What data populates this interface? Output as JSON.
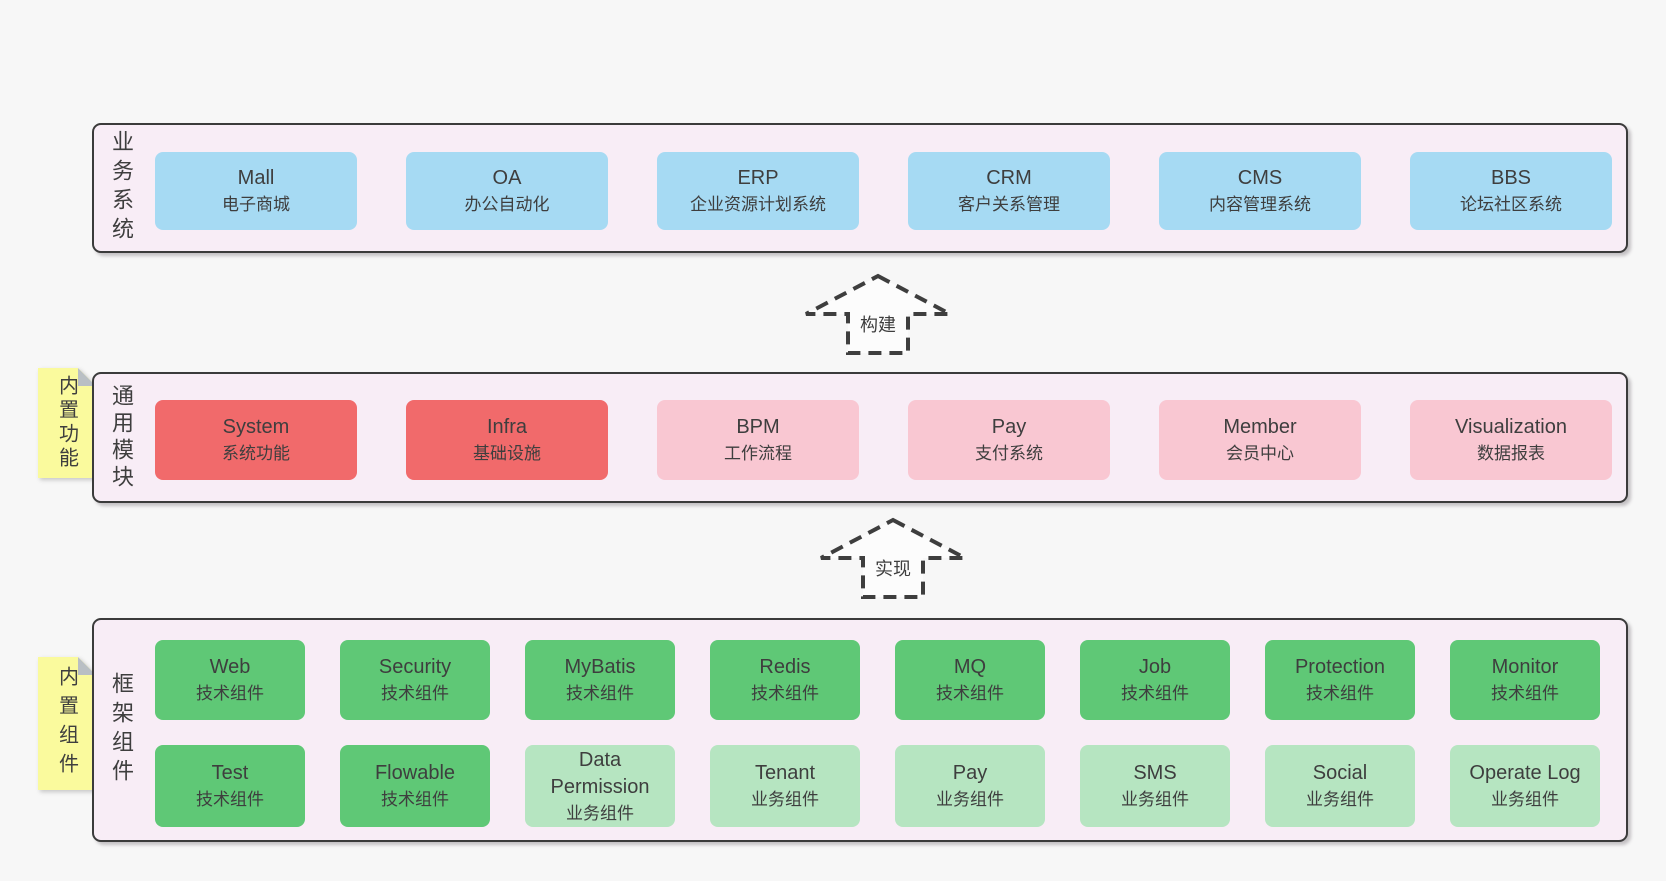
{
  "colors": {
    "page_bg": "#f7f7f7",
    "panel_bg": "#f8edf6",
    "panel_border": "#3b3b3b",
    "blue": "#a6daf3",
    "red": "#f16a6b",
    "pink": "#f9c7d2",
    "green": "#5fc876",
    "light_green": "#b6e5c1",
    "sticky_yellow": "#fafa9d",
    "text": "#3e3e3e"
  },
  "arrows": {
    "build": "构建",
    "implement": "实现"
  },
  "business": {
    "side_label": "业务系统",
    "boxes": [
      {
        "name": "Mall",
        "desc": "电子商城",
        "variant": "blue"
      },
      {
        "name": "OA",
        "desc": "办公自动化",
        "variant": "blue"
      },
      {
        "name": "ERP",
        "desc": "企业资源计划系统",
        "variant": "blue"
      },
      {
        "name": "CRM",
        "desc": "客户关系管理",
        "variant": "blue"
      },
      {
        "name": "CMS",
        "desc": "内容管理系统",
        "variant": "blue"
      },
      {
        "name": "BBS",
        "desc": "论坛社区系统",
        "variant": "blue"
      }
    ]
  },
  "modules": {
    "side_label": "通用模块",
    "sticky_label": "内置功能",
    "boxes": [
      {
        "name": "System",
        "desc": "系统功能",
        "variant": "red"
      },
      {
        "name": "Infra",
        "desc": "基础设施",
        "variant": "red"
      },
      {
        "name": "BPM",
        "desc": "工作流程",
        "variant": "pink"
      },
      {
        "name": "Pay",
        "desc": "支付系统",
        "variant": "pink"
      },
      {
        "name": "Member",
        "desc": "会员中心",
        "variant": "pink"
      },
      {
        "name": "Visualization",
        "desc": "数据报表",
        "variant": "pink"
      }
    ]
  },
  "framework": {
    "side_label": "框架组件",
    "sticky_label": "内置组件",
    "row1": [
      {
        "name": "Web",
        "desc": "技术组件",
        "variant": "green"
      },
      {
        "name": "Security",
        "desc": "技术组件",
        "variant": "green"
      },
      {
        "name": "MyBatis",
        "desc": "技术组件",
        "variant": "green"
      },
      {
        "name": "Redis",
        "desc": "技术组件",
        "variant": "green"
      },
      {
        "name": "MQ",
        "desc": "技术组件",
        "variant": "green"
      },
      {
        "name": "Job",
        "desc": "技术组件",
        "variant": "green"
      },
      {
        "name": "Protection",
        "desc": "技术组件",
        "variant": "green"
      },
      {
        "name": "Monitor",
        "desc": "技术组件",
        "variant": "green"
      }
    ],
    "row2": [
      {
        "name": "Test",
        "desc": "技术组件",
        "variant": "green"
      },
      {
        "name": "Flowable",
        "desc": "技术组件",
        "variant": "green"
      },
      {
        "name": "Data Permission",
        "desc": "业务组件",
        "variant": "lightgreen"
      },
      {
        "name": "Tenant",
        "desc": "业务组件",
        "variant": "lightgreen"
      },
      {
        "name": "Pay",
        "desc": "业务组件",
        "variant": "lightgreen"
      },
      {
        "name": "SMS",
        "desc": "业务组件",
        "variant": "lightgreen"
      },
      {
        "name": "Social",
        "desc": "业务组件",
        "variant": "lightgreen"
      },
      {
        "name": "Operate Log",
        "desc": "业务组件",
        "variant": "lightgreen"
      }
    ]
  }
}
